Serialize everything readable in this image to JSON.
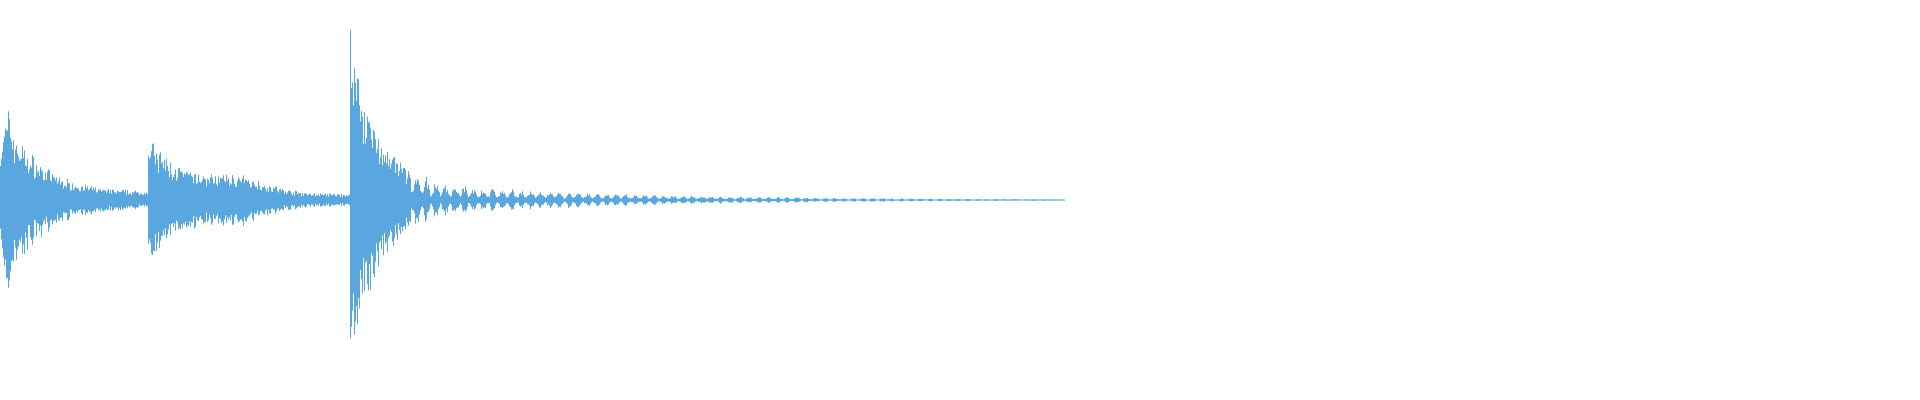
{
  "waveform": {
    "color": "#5aa7e0",
    "background": "#ffffff",
    "transients": [
      {
        "peak_amplitude": 0.5,
        "decay": "long"
      },
      {
        "peak_amplitude": 0.3,
        "decay": "medium"
      },
      {
        "peak_amplitude": 0.8,
        "decay": "long-tail"
      }
    ]
  }
}
